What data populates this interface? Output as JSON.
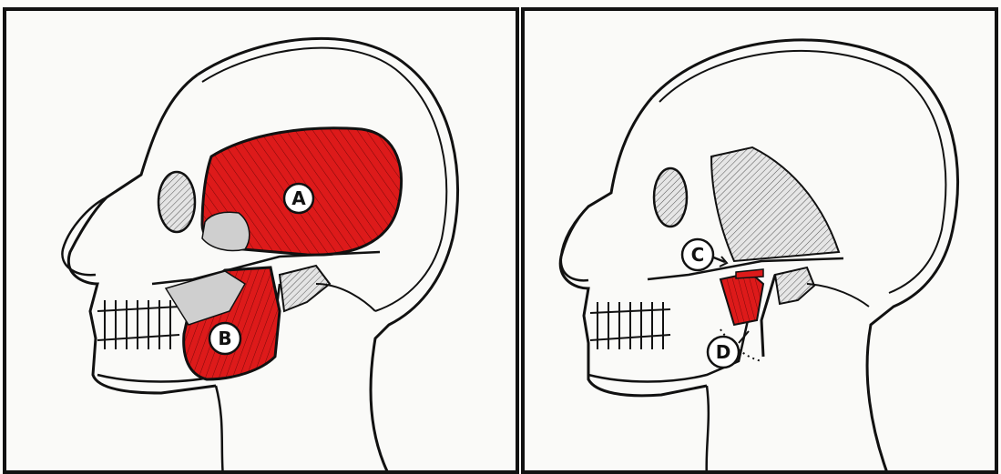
{
  "labels": {
    "a": "A",
    "b": "B",
    "c": "C",
    "d": "D"
  },
  "colors": {
    "muscle": "#dd1a1a",
    "outline": "#111111",
    "tendon": "#cfcfcf",
    "background": "#fafaf8"
  }
}
